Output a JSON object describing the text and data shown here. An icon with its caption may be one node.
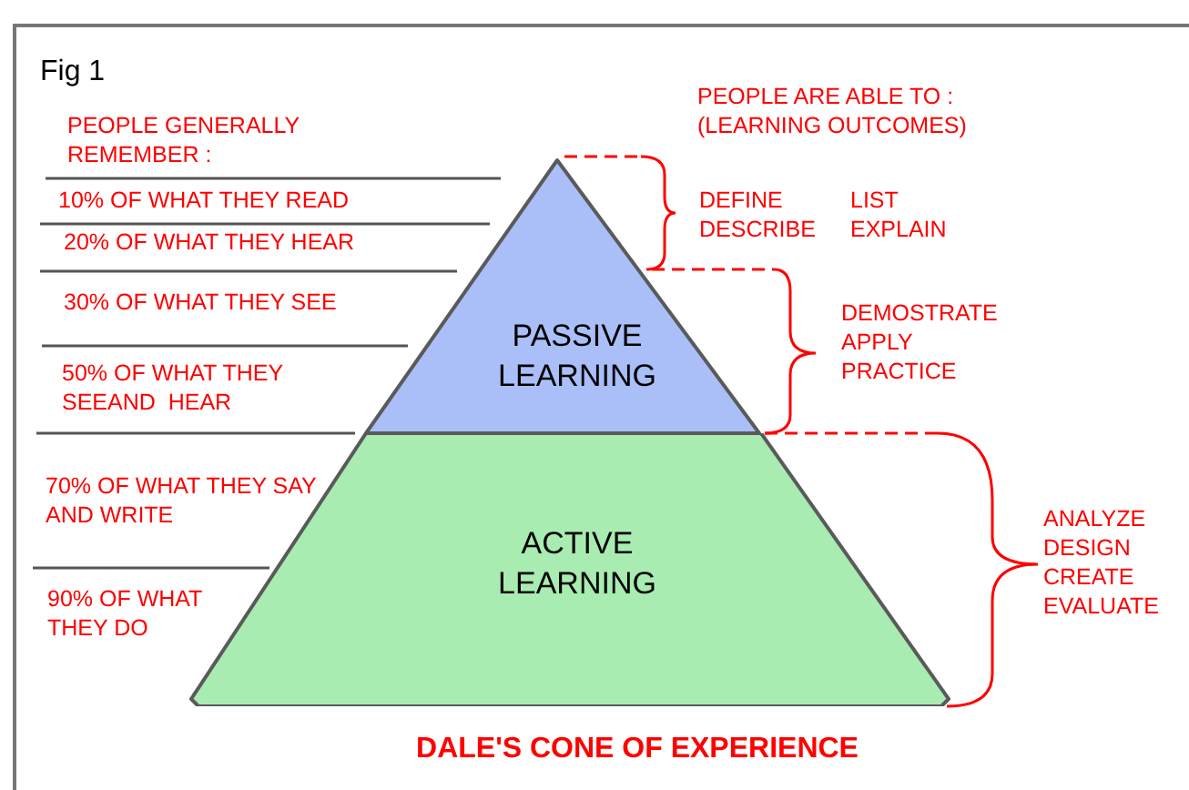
{
  "diagram": {
    "title": "DALE'S CONE OF EXPERIENCE",
    "nodes": [
      {
        "text": [
          "PASSIVE LEARNING"
        ]
      },
      {
        "text": [
          "ACTIVE LEARNING"
        ]
      }
    ],
    "edges": [],
    "labels": [
      "Fig 1",
      "PEOPLE GENERALLY REMEMBER :",
      "10% OF WHAT THEY READ",
      "20% OF WHAT THEY HEAR",
      "30% OF WHAT THEY SEE",
      "50% OF WHAT THEY SEEAND  HEAR",
      "70% OF WHAT THEY SAY AND WRITE",
      "90% OF WHAT THEY DO",
      "PEOPLE ARE ABLE TO : (LEARNING OUTCOMES)",
      "DEFINE DESCRIBE",
      "LIST EXPLAIN",
      "DEMOSTRATE APPLY PRACTICE",
      "ANALYZE DESIGN CREATE EVALUATE"
    ]
  }
}
